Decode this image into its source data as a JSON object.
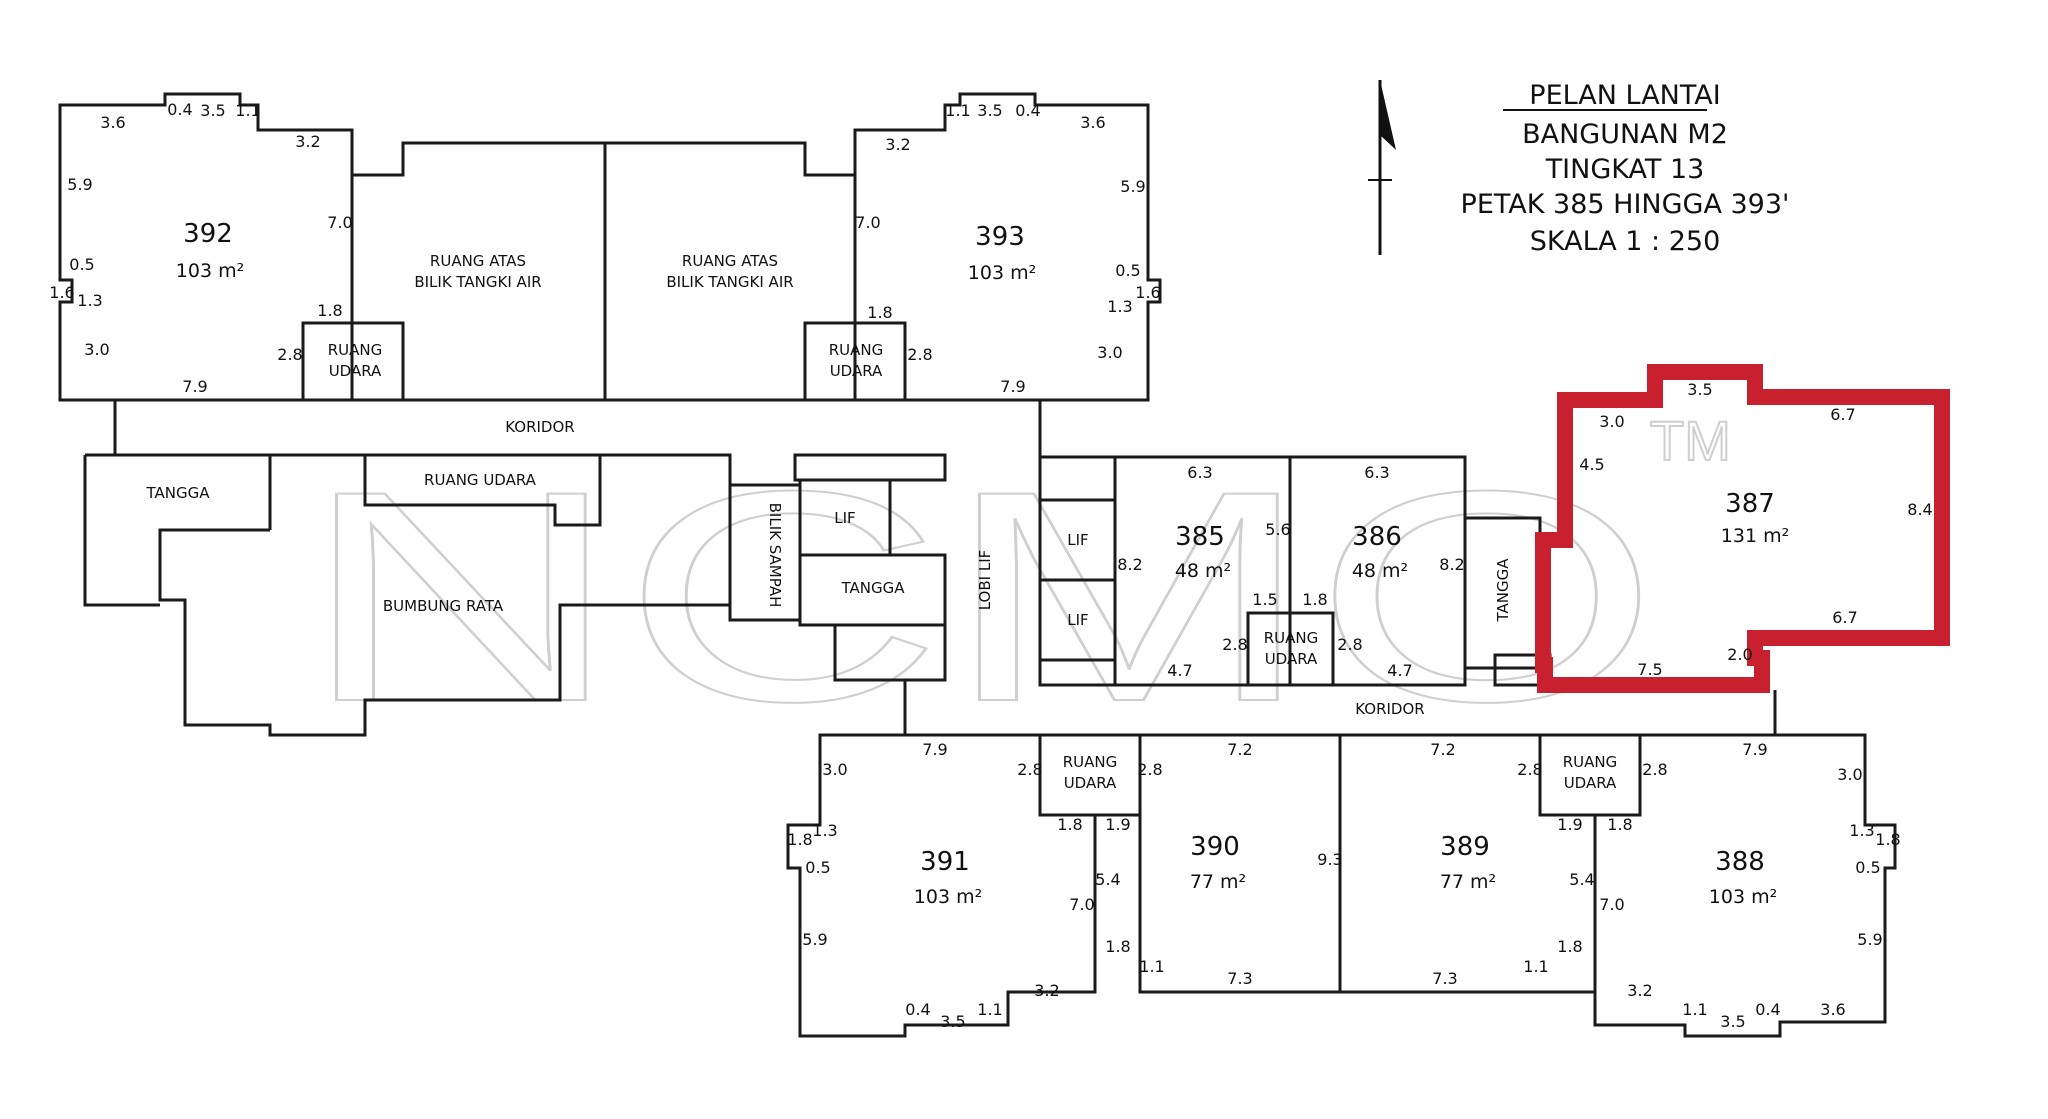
{
  "title": {
    "line1": "PELAN LANTAI",
    "line2": "BANGUNAN M2",
    "line3": "TINGKAT 13",
    "line4": "PETAK 385 HINGGA 393'",
    "line5": "SKALA 1 : 250"
  },
  "watermark": {
    "text": "NCMO",
    "tm": "TM"
  },
  "colors": {
    "highlight": "#c8202f",
    "line": "#1a1a1a"
  },
  "units": {
    "u392": {
      "number": "392",
      "area": "103 m²"
    },
    "u393": {
      "number": "393",
      "area": "103 m²"
    },
    "u385": {
      "number": "385",
      "area": "48 m²"
    },
    "u386": {
      "number": "386",
      "area": "48 m²"
    },
    "u387": {
      "number": "387",
      "area": "131 m²"
    },
    "u391": {
      "number": "391",
      "area": "103 m²"
    },
    "u390": {
      "number": "390",
      "area": "77 m²"
    },
    "u389": {
      "number": "389",
      "area": "77 m²"
    },
    "u388": {
      "number": "388",
      "area": "103 m²"
    }
  },
  "rooms": {
    "ruang_atas_1": {
      "line1": "RUANG ATAS",
      "line2": "BILIK TANGKI AIR"
    },
    "ruang_atas_2": {
      "line1": "RUANG ATAS",
      "line2": "BILIK TANGKI AIR"
    },
    "ruang_udara_line1": "RUANG",
    "ruang_udara_line2": "UDARA",
    "ruang_udara_top": "RUANG UDARA",
    "koridor": "KORIDOR",
    "tangga": "TANGGA",
    "bumbung_rata": "BUMBUNG RATA",
    "bilik_sampah": "BILIK SAMPAH",
    "lif": "LIF",
    "lobi_lif": "LOBI LIF"
  },
  "dims": {
    "d_3_6": "3.6",
    "d_0_4": "0.4",
    "d_3_5": "3.5",
    "d_1_1": "1.1",
    "d_3_2": "3.2",
    "d_5_9": "5.9",
    "d_7_0": "7.0",
    "d_0_5": "0.5",
    "d_1_6": "1.6",
    "d_1_3": "1.3",
    "d_1_8": "1.8",
    "d_3_0": "3.0",
    "d_2_8": "2.8",
    "d_7_9": "7.9",
    "d_6_3": "6.3",
    "d_5_6": "5.6",
    "d_8_2": "8.2",
    "d_1_5": "1.5",
    "d_4_7": "4.7",
    "d_6_7": "6.7",
    "d_4_5": "4.5",
    "d_8_4": "8.4",
    "d_2_0": "2.0",
    "d_7_5": "7.5",
    "d_7_2": "7.2",
    "d_1_9": "1.9",
    "d_5_4": "5.4",
    "d_7_3": "7.3",
    "d_9_3": "9.3"
  }
}
